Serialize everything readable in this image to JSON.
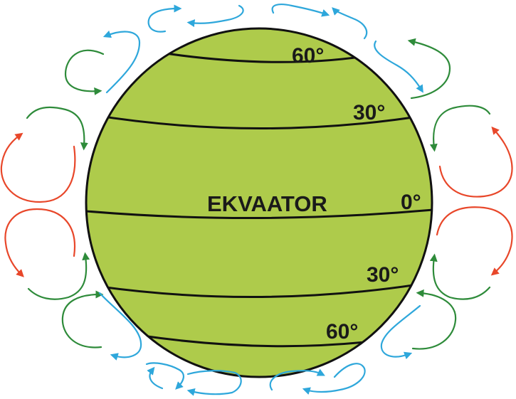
{
  "globe": {
    "equator_label": "EKVAATOR",
    "latitude_labels": {
      "north_60": "60°",
      "north_30": "30°",
      "equator": "0°",
      "south_30": "30°",
      "south_60": "60°"
    }
  },
  "colors": {
    "globe_fill": "#aecb4b",
    "outline": "#111111",
    "polar_cell": "#2ea7db",
    "ferrel_cell": "#2e8b3a",
    "hadley_cell": "#e8472a"
  }
}
